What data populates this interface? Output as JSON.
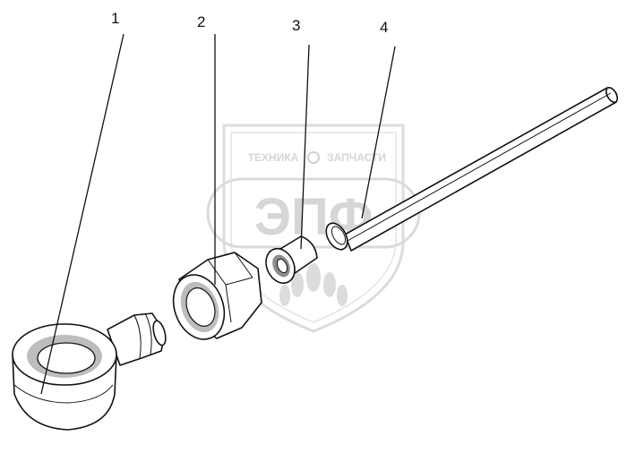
{
  "diagram": {
    "callouts": [
      {
        "number": "1",
        "part": "banjo-fitting"
      },
      {
        "number": "2",
        "part": "union-nut"
      },
      {
        "number": "3",
        "part": "compression-sleeve"
      },
      {
        "number": "4",
        "part": "pipe-with-ring"
      }
    ]
  },
  "watermark": {
    "top_left": "ТЕХНИКА",
    "top_right": "ЗАПЧАСТИ",
    "logo": "ЭПФ",
    "color": "#d6d6d6"
  }
}
